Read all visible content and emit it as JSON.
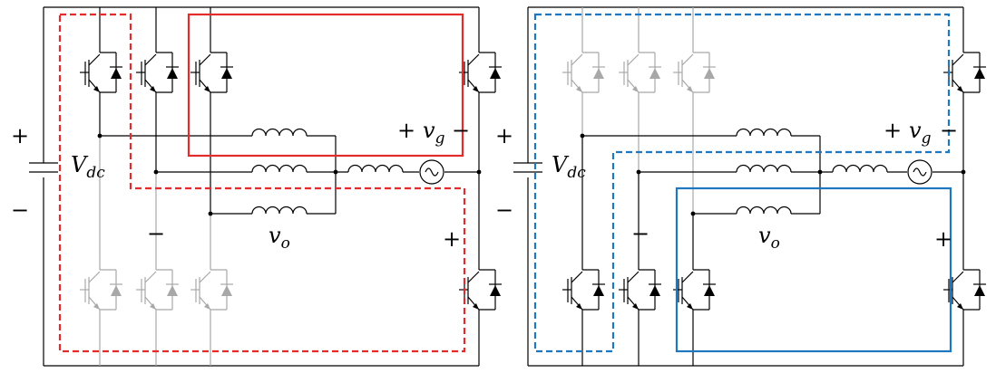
{
  "colors": {
    "wire": "#000000",
    "faded": "#a8a8a8",
    "red": "#e32b2b",
    "blue": "#1f77c0"
  },
  "left_panel": {
    "dc_source_label": "V",
    "dc_source_subscript": "dc",
    "dc_plus": "+",
    "dc_minus": "−",
    "grid_voltage_label": "v",
    "grid_voltage_subscript": "g",
    "grid_plus": "+",
    "grid_minus": "−",
    "output_voltage_label": "v",
    "output_voltage_subscript": "o",
    "output_minus": "−",
    "output_plus": "+"
  },
  "right_panel": {
    "dc_source_label": "V",
    "dc_source_subscript": "dc",
    "dc_plus": "+",
    "dc_minus": "−",
    "grid_voltage_label": "v",
    "grid_voltage_subscript": "g",
    "grid_plus": "+",
    "grid_minus": "−",
    "output_voltage_label": "v",
    "output_voltage_subscript": "o",
    "output_minus": "−",
    "output_plus": "+"
  }
}
